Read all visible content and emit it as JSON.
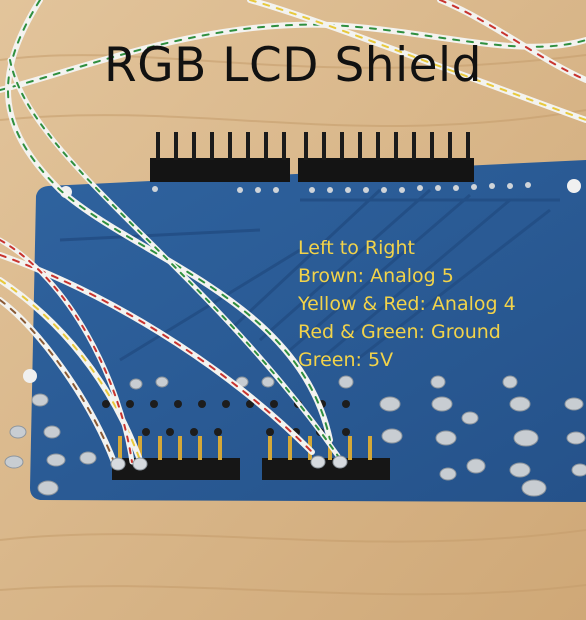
{
  "photo": {
    "subject": "pcb-back-with-wires",
    "colors": {
      "wood": "#d9b98f",
      "board": "#2d5f9a",
      "board_dark": "#1f4677",
      "pins": "#1a1a1a",
      "solder": "#c8cdd2",
      "wire_white": "#f3f3f0",
      "wire_green": "#2f8f3f",
      "wire_red": "#c8342f",
      "wire_yellow": "#e8c93c",
      "wire_brown": "#8a5a34"
    }
  },
  "overlay": {
    "title": "RGB LCD Shield",
    "legend_lines": [
      "Left to Right",
      "Brown: Analog 5",
      "Yellow & Red: Analog 4",
      "Red & Green: Ground",
      "Green: 5V"
    ],
    "text_color": "#f2d34a"
  }
}
